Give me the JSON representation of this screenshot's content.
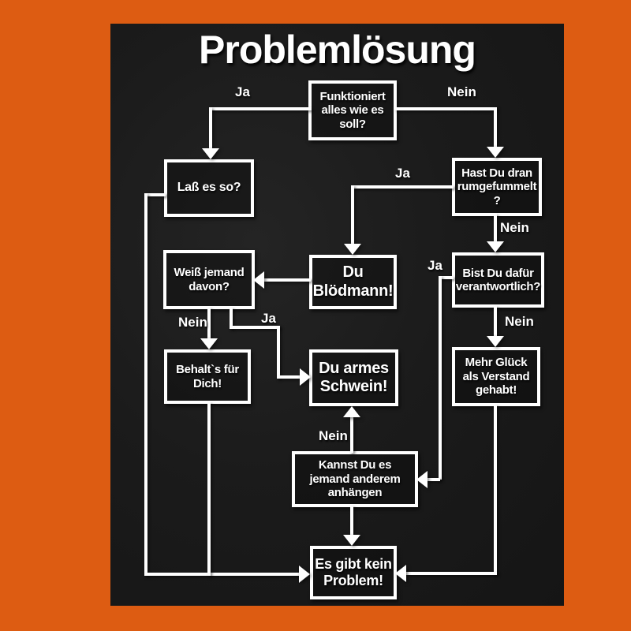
{
  "title": "Problemlösung",
  "colors": {
    "background": "#DD5C12",
    "panel": "#1B1B1B",
    "line": "#FFFFFF"
  },
  "nodes": {
    "funktioniert": "Funktioniert\nalles wie es\nsoll?",
    "lass": "Laß es so?",
    "rumgefummelt": "Hast Du dran\nrumgefummelt\n?",
    "weiss": "Weiß jemand\ndavon?",
    "bloedmann": "Du\nBlödmann!",
    "verantwortlich": "Bist Du dafür\nverantwortlich?",
    "behalt": "Behalt`s für\nDich!",
    "schwein": "Du armes\nSchwein!",
    "glueck": "Mehr Glück\nals Verstand\ngehabt!",
    "anhaengen": "Kannst Du es\njemand anderem\nanhängen",
    "problem": "Es gibt kein\nProblem!"
  },
  "labels": {
    "ja": "Ja",
    "nein": "Nein"
  },
  "edges": [
    {
      "from": "funktioniert",
      "to": "lass",
      "label": "Ja"
    },
    {
      "from": "funktioniert",
      "to": "rumgefummelt",
      "label": "Nein"
    },
    {
      "from": "rumgefummelt",
      "to": "bloedmann",
      "label": "Ja"
    },
    {
      "from": "rumgefummelt",
      "to": "verantwortlich",
      "label": "Nein"
    },
    {
      "from": "bloedmann",
      "to": "weiss",
      "label": ""
    },
    {
      "from": "verantwortlich",
      "to": "anhaengen",
      "label": "Ja"
    },
    {
      "from": "verantwortlich",
      "to": "glueck",
      "label": "Nein"
    },
    {
      "from": "weiss",
      "to": "behalt",
      "label": "Nein"
    },
    {
      "from": "weiss",
      "to": "schwein",
      "label": "Ja"
    },
    {
      "from": "anhaengen",
      "to": "schwein",
      "label": "Nein"
    },
    {
      "from": "anhaengen",
      "to": "problem",
      "label": ""
    },
    {
      "from": "glueck",
      "to": "problem",
      "label": ""
    },
    {
      "from": "lass",
      "to": "problem",
      "label": ""
    },
    {
      "from": "behalt",
      "to": "problem",
      "label": ""
    }
  ]
}
